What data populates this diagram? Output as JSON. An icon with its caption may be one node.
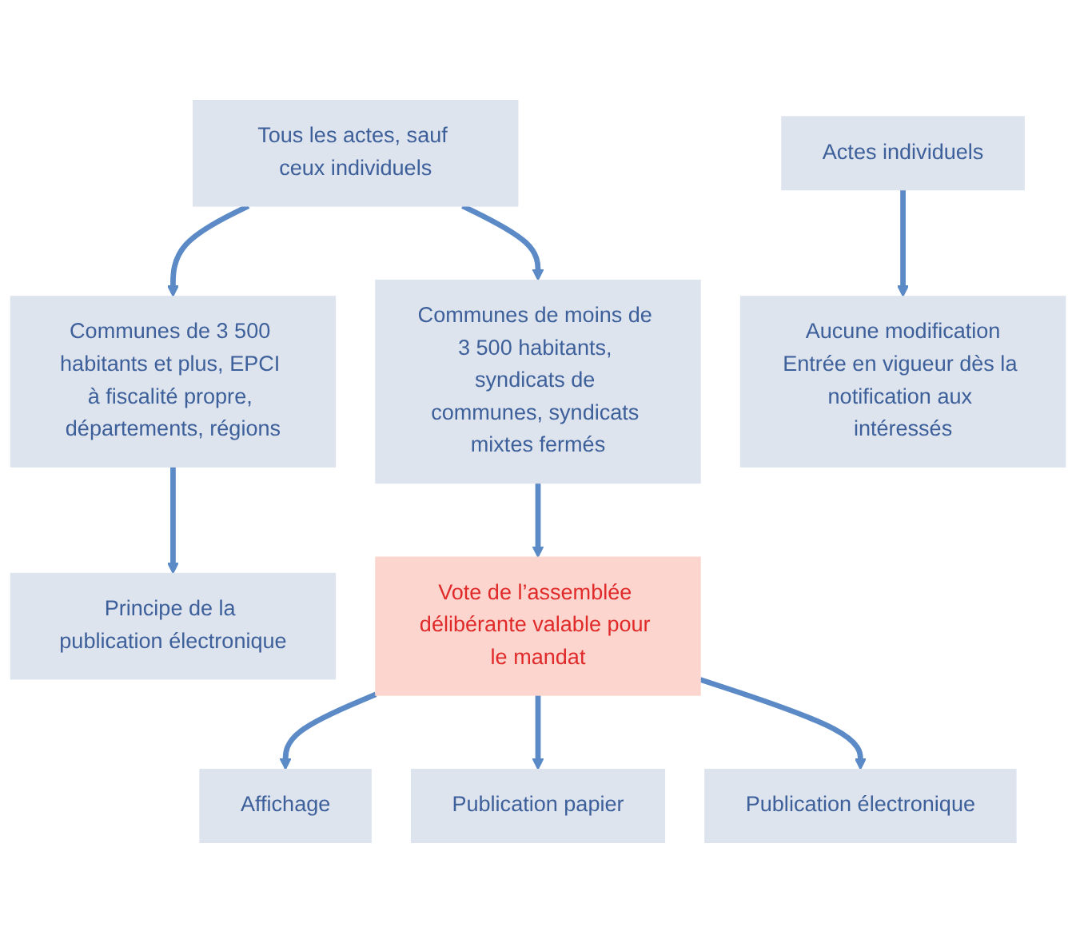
{
  "diagram": {
    "nodes": [
      {
        "text": [
          "Tous les actes, sauf ceux individuels"
        ]
      },
      {
        "text": [
          "Actes individuels"
        ]
      },
      {
        "text": [
          "Communes de 3 500 habitants et plus, EPCI à fiscalité propre, départements, régions"
        ]
      },
      {
        "text": [
          "Communes de moins de 3 500 habitants, syndicats de communes, syndicats mixtes fermés"
        ]
      },
      {
        "text": [
          "Aucune modification",
          "Entrée en vigueur dès la notification aux intéressés"
        ]
      },
      {
        "text": [
          "Principe de la publication électronique"
        ]
      },
      {
        "text": [
          "Vote de l’assemblée délibérante valable pour le mandat"
        ]
      },
      {
        "text": [
          "Affichage"
        ]
      },
      {
        "text": [
          "Publication papier"
        ]
      },
      {
        "text": [
          "Publication électronique"
        ]
      }
    ],
    "edges": [
      {
        "from": 0,
        "to": 2,
        "arrow": "to"
      },
      {
        "from": 0,
        "to": 3,
        "arrow": "to"
      },
      {
        "from": 1,
        "to": 4,
        "arrow": "to"
      },
      {
        "from": 2,
        "to": 5,
        "arrow": "to"
      },
      {
        "from": 3,
        "to": 6,
        "arrow": "to"
      },
      {
        "from": 6,
        "to": 7,
        "arrow": "to"
      },
      {
        "from": 6,
        "to": 8,
        "arrow": "to"
      },
      {
        "from": 6,
        "to": 9,
        "arrow": "to"
      }
    ]
  }
}
